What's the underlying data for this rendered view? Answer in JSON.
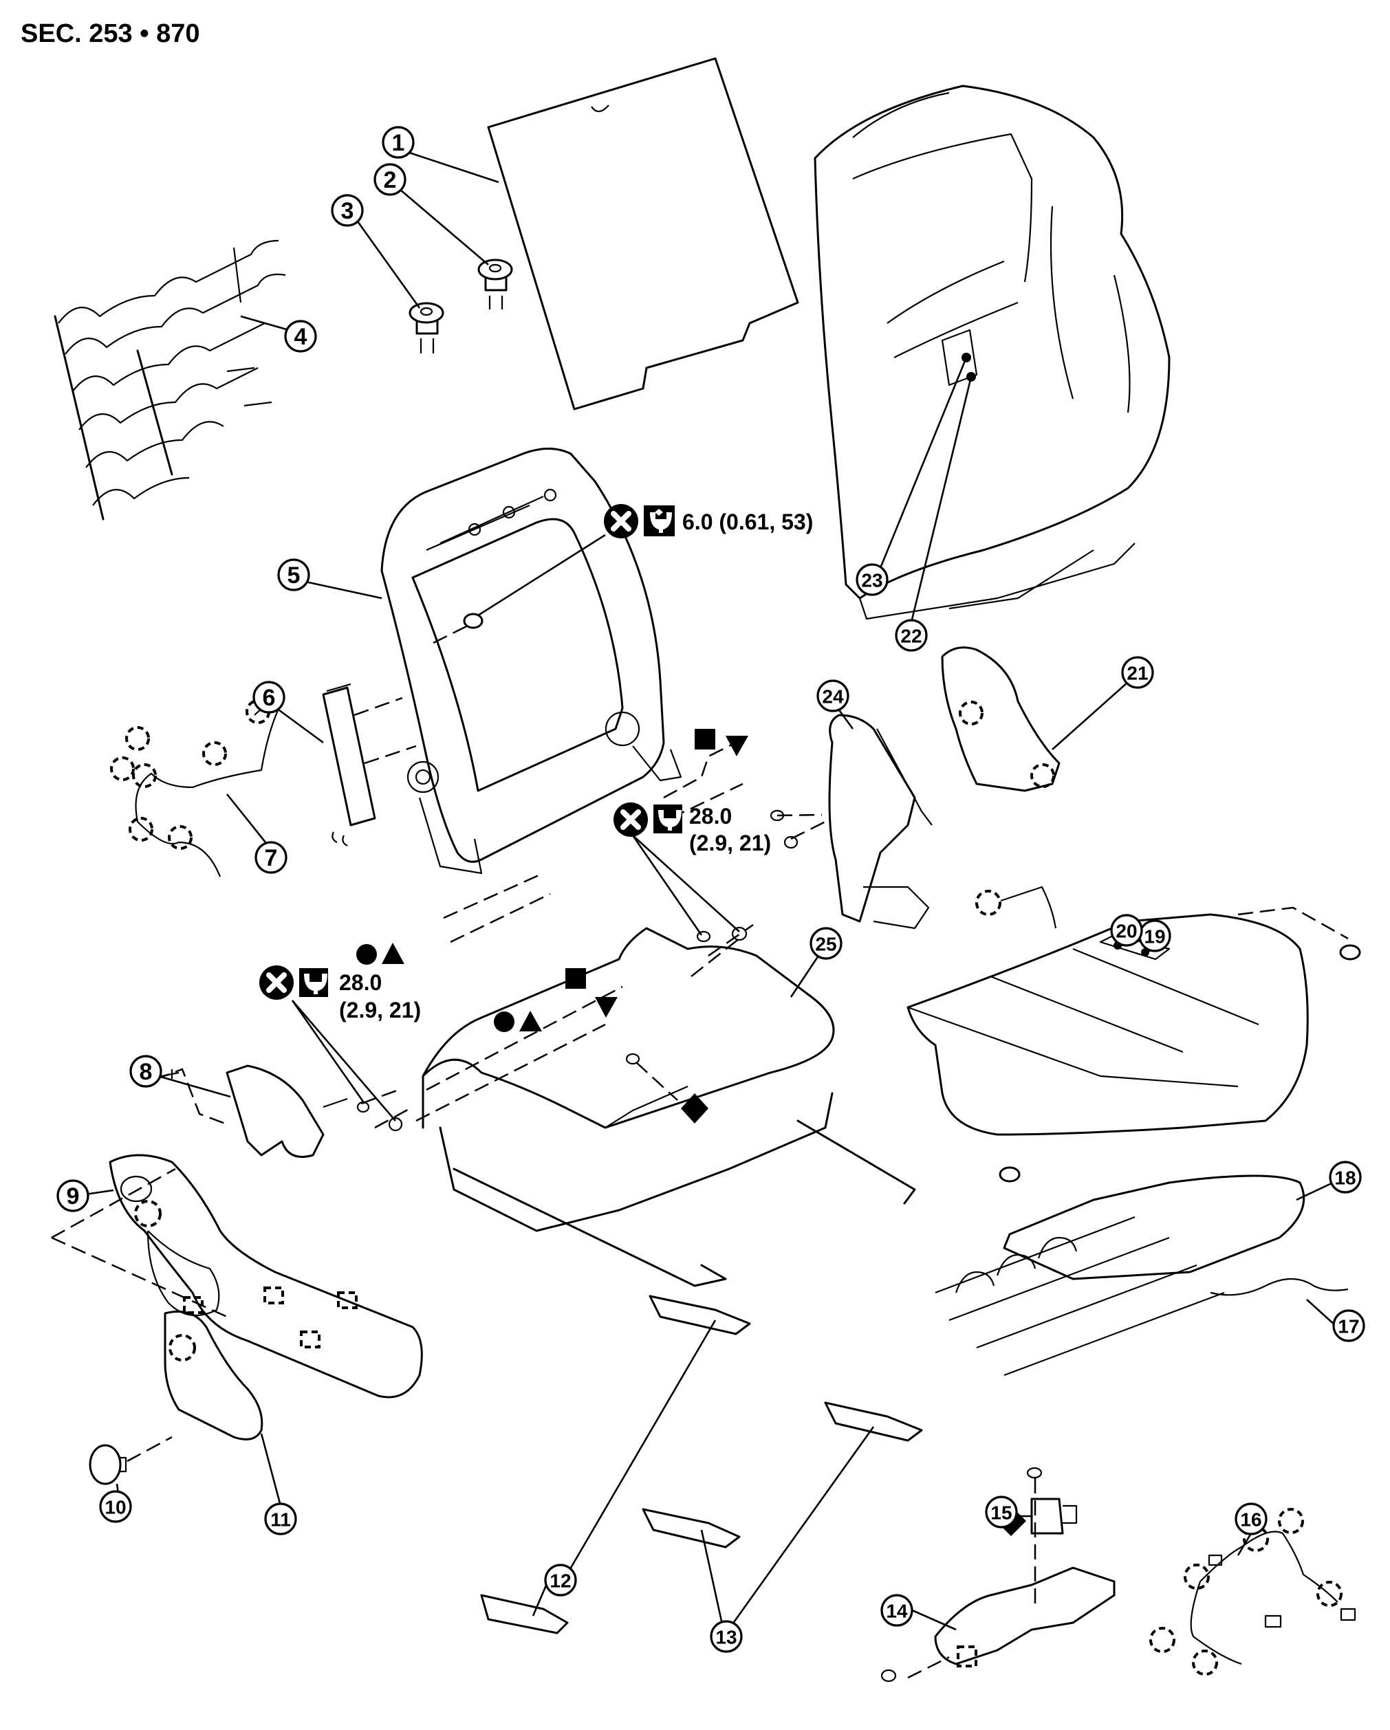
{
  "section_title": "SEC. 253 • 870",
  "torque_specs": [
    {
      "id": "torque-seatback-nut",
      "symbols": [
        "never-reuse-icon",
        "torque-wrench-icon"
      ],
      "value": "6.0 (0.61, 53)"
    },
    {
      "id": "torque-seatback-bolts-right",
      "symbols": [
        "never-reuse-icon",
        "torque-wrench-icon"
      ],
      "value_line1": "28.0",
      "value_line2": "(2.9, 21)"
    },
    {
      "id": "torque-seatback-bolts-left",
      "symbols": [
        "never-reuse-icon",
        "torque-wrench-icon"
      ],
      "value_line1": "28.0",
      "value_line2": "(2.9, 21)"
    }
  ],
  "alignment_marks": [
    {
      "shape": "filled-square",
      "meaning": "alignment-mark-a"
    },
    {
      "shape": "filled-down-triangle",
      "meaning": "alignment-mark-b"
    },
    {
      "shape": "filled-circle",
      "meaning": "alignment-mark-c"
    },
    {
      "shape": "filled-up-triangle",
      "meaning": "alignment-mark-d"
    },
    {
      "shape": "filled-diamond",
      "meaning": "alignment-mark-e"
    }
  ],
  "callouts": [
    {
      "num": "1",
      "part": "seatback-board"
    },
    {
      "num": "2",
      "part": "clip"
    },
    {
      "num": "3",
      "part": "clip"
    },
    {
      "num": "4",
      "part": "seatback-spring"
    },
    {
      "num": "5",
      "part": "seatback-frame"
    },
    {
      "num": "6",
      "part": "lumbar-support"
    },
    {
      "num": "7",
      "part": "seatback-harness"
    },
    {
      "num": "8",
      "part": "inner-bracket"
    },
    {
      "num": "9",
      "part": "seat-side-finisher"
    },
    {
      "num": "10",
      "part": "knob"
    },
    {
      "num": "11",
      "part": "recliner-finisher"
    },
    {
      "num": "12",
      "part": "front-cover"
    },
    {
      "num": "13",
      "part": "front-cover"
    },
    {
      "num": "14",
      "part": "bracket"
    },
    {
      "num": "15",
      "part": "sensor-unit"
    },
    {
      "num": "16",
      "part": "cushion-harness"
    },
    {
      "num": "17",
      "part": "cushion-spring"
    },
    {
      "num": "18",
      "part": "cushion-pad-sheet"
    },
    {
      "num": "19",
      "part": "cushion-trim"
    },
    {
      "num": "20",
      "part": "cushion-pad"
    },
    {
      "num": "21",
      "part": "inner-finisher"
    },
    {
      "num": "22",
      "part": "seatback-pad"
    },
    {
      "num": "23",
      "part": "seatback-trim"
    },
    {
      "num": "24",
      "part": "inner-finisher-bracket"
    },
    {
      "num": "25",
      "part": "cushion-frame"
    }
  ]
}
